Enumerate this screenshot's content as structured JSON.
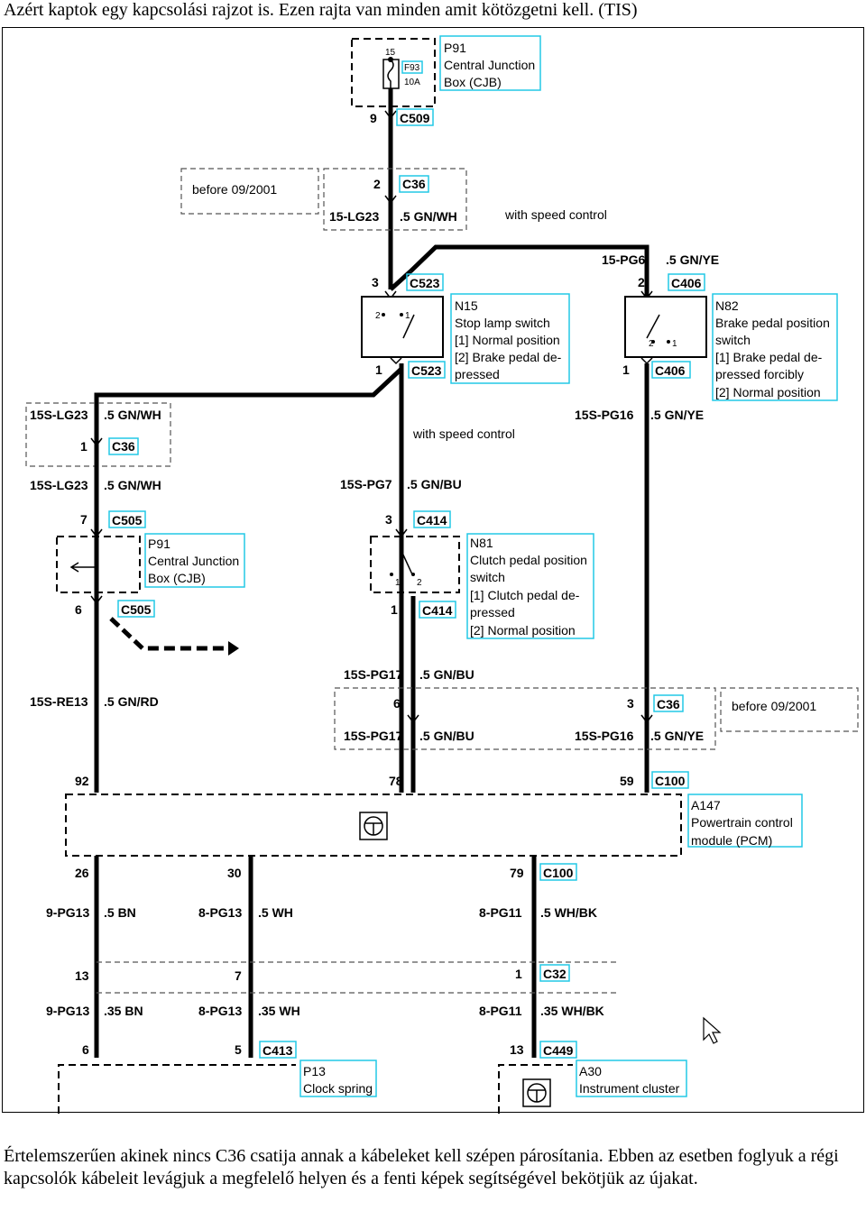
{
  "header": "Azért kaptok egy kapcsolási rajzot is. Ezen rajta van minden amit kötözgetni kell. (TIS)",
  "footer": "Értelemszerűen akinek nincs C36 csatija annak a kábeleket kell szépen párosítania. Ebben az esetben foglyuk a régi kapcsolók kábeleit levágjuk a megfelelő helyen és a fenti képek segítségével bekötjük az újakat.",
  "colors": {
    "accent": "#22c8e6"
  },
  "cjb_top": {
    "line1": "P91",
    "line2": "Central Junction",
    "line3": "Box (CJB)",
    "pin": "15",
    "fuse_name": "F93",
    "fuse_rating": "10A"
  },
  "c509": {
    "pin": "9",
    "name": "C509"
  },
  "before_0901_a": "before 09/2001",
  "before_0901_b": "before 09/2001",
  "c36_top": {
    "pin": "2",
    "name": "C36",
    "wire": "15-LG23",
    "gauge": ".5 GN/WH"
  },
  "with_speed_control_a": "with speed control",
  "with_speed_control_b": "with speed control",
  "pg6": {
    "wire": "15-PG6",
    "gauge": ".5 GN/YE"
  },
  "c523_top": {
    "pin": "3",
    "name": "C523"
  },
  "c523_bot": {
    "pin": "1",
    "name": "C523"
  },
  "c406_top": {
    "pin": "2",
    "name": "C406"
  },
  "c406_bot": {
    "pin": "1",
    "name": "C406"
  },
  "n15": {
    "line1": "N15",
    "line2": "Stop lamp switch",
    "line3": "[1] Normal position",
    "line4": "[2] Brake pedal de-",
    "line5": "pressed",
    "sw1": "1",
    "sw2": "2"
  },
  "n82": {
    "line1": "N82",
    "line2": "Brake pedal position",
    "line3": "switch",
    "line4": "[1] Brake pedal de-",
    "line5": "pressed forcibly",
    "line6": "[2] Normal position",
    "sw1": "1",
    "sw2": "2"
  },
  "c36_left": {
    "wire_top": "15S-LG23",
    "gauge_top": ".5 GN/WH",
    "pin": "1",
    "name": "C36",
    "wire_bot": "15S-LG23",
    "gauge_bot": ".5 GN/WH"
  },
  "pg16_a": {
    "wire": "15S-PG16",
    "gauge": ".5 GN/YE"
  },
  "pg7": {
    "wire": "15S-PG7",
    "gauge": ".5 GN/BU"
  },
  "c505_top": {
    "pin": "7",
    "name": "C505"
  },
  "c505_bot": {
    "pin": "6",
    "name": "C505"
  },
  "cjb_mid": {
    "line1": "P91",
    "line2": "Central Junction",
    "line3": "Box (CJB)"
  },
  "c414_top": {
    "pin": "3",
    "name": "C414"
  },
  "c414_bot": {
    "pin": "1",
    "name": "C414"
  },
  "n81": {
    "line1": "N81",
    "line2": "Clutch pedal position",
    "line3": "switch",
    "line4": "[1] Clutch pedal de-",
    "line5": "pressed",
    "line6": "[2] Normal position",
    "sw1": "1",
    "sw2": "2"
  },
  "pg17_a": {
    "wire": "15S-PG17",
    "gauge": ".5 GN/BU"
  },
  "re13": {
    "wire": "15S-RE13",
    "gauge": ".5 GN/RD"
  },
  "c36_bot": {
    "pin_left": "6",
    "pin_right": "3",
    "name": "C36"
  },
  "pg17_b": {
    "wire": "15S-PG17",
    "gauge": ".5 GN/BU"
  },
  "pg16_b": {
    "wire": "15S-PG16",
    "gauge": ".5 GN/YE"
  },
  "pcm": {
    "line1": "A147",
    "line2": "Powertrain control",
    "line3": "module (PCM)",
    "pin92": "92",
    "pin78": "78",
    "pin59": "59",
    "conn_top": "C100",
    "pin26": "26",
    "pin30": "30",
    "pin79": "79",
    "conn_bot": "C100"
  },
  "wires_mid": {
    "w1": "9-PG13",
    "g1": ".5 BN",
    "w2": "8-PG13",
    "g2": ".5 WH",
    "w3": "8-PG11",
    "g3": ".5 WH/BK"
  },
  "c32": {
    "pin13": "13",
    "pin7": "7",
    "pin1": "1",
    "name": "C32"
  },
  "wires_low": {
    "w1": "9-PG13",
    "g1": ".35 BN",
    "w2": "8-PG13",
    "g2": ".35 WH",
    "w3": "8-PG11",
    "g3": ".35 WH/BK"
  },
  "c413": {
    "pin6": "6",
    "pin5": "5",
    "name": "C413"
  },
  "c449": {
    "pin": "13",
    "name": "C449"
  },
  "p13": {
    "line1": "P13",
    "line2": "Clock spring"
  },
  "a30": {
    "line1": "A30",
    "line2": "Instrument cluster"
  }
}
